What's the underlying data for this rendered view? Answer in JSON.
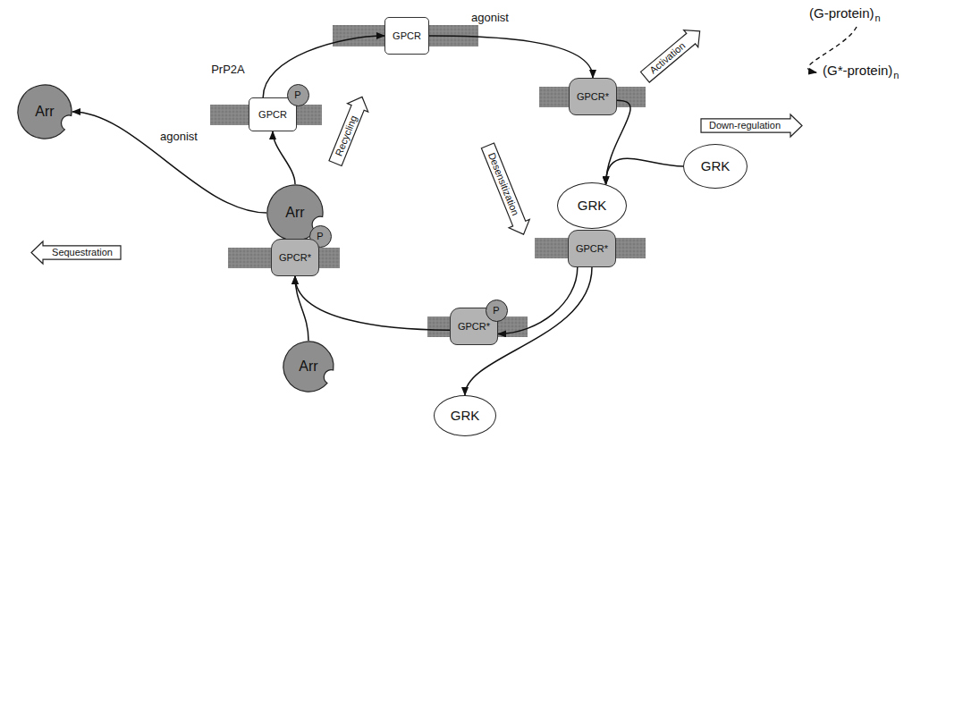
{
  "diagram": {
    "nodes": [
      {
        "text": [
          "GPCR"
        ]
      },
      {
        "text": [
          "GPCR*"
        ]
      },
      {
        "text": [
          "GRK"
        ]
      },
      {
        "text": [
          "GRK"
        ]
      },
      {
        "text": [
          "GPCR*"
        ]
      },
      {
        "text": [
          "GPCR*"
        ]
      },
      {
        "text": [
          "P"
        ]
      },
      {
        "text": [
          "GRK"
        ]
      },
      {
        "text": [
          "Arr"
        ]
      },
      {
        "text": [
          "Arr"
        ]
      },
      {
        "text": [
          "P"
        ]
      },
      {
        "text": [
          "GPCR*"
        ]
      },
      {
        "text": [
          "Arr"
        ]
      },
      {
        "text": [
          "GPCR"
        ]
      },
      {
        "text": [
          "P"
        ]
      },
      {
        "text": [
          "Activation"
        ]
      },
      {
        "text": [
          "Down-regulation"
        ]
      },
      {
        "text": [
          "Desensitization"
        ]
      },
      {
        "text": [
          "Sequestration"
        ]
      },
      {
        "text": [
          "Recycling"
        ]
      }
    ],
    "edges": [
      {
        "from": 0,
        "to": 1,
        "arrow": "to",
        "label": "agonist"
      },
      {
        "from": 1,
        "to": 3,
        "arrow": "to"
      },
      {
        "from": 2,
        "to": 3,
        "arrow": "to"
      },
      {
        "from": 4,
        "to": 5,
        "arrow": "to"
      },
      {
        "from": 4,
        "to": 7,
        "arrow": "to"
      },
      {
        "from": 5,
        "to": 11,
        "arrow": "to"
      },
      {
        "from": 8,
        "to": 11,
        "arrow": "to"
      },
      {
        "from": 9,
        "to": 13,
        "arrow": "to"
      },
      {
        "from": 9,
        "to": 12,
        "arrow": "to",
        "label": "agonist"
      },
      {
        "from": 13,
        "to": 0,
        "arrow": "to",
        "label": "PrP2A"
      }
    ],
    "labels": [
      "(G-protein)",
      "n",
      "(G*-protein)",
      "n"
    ]
  }
}
